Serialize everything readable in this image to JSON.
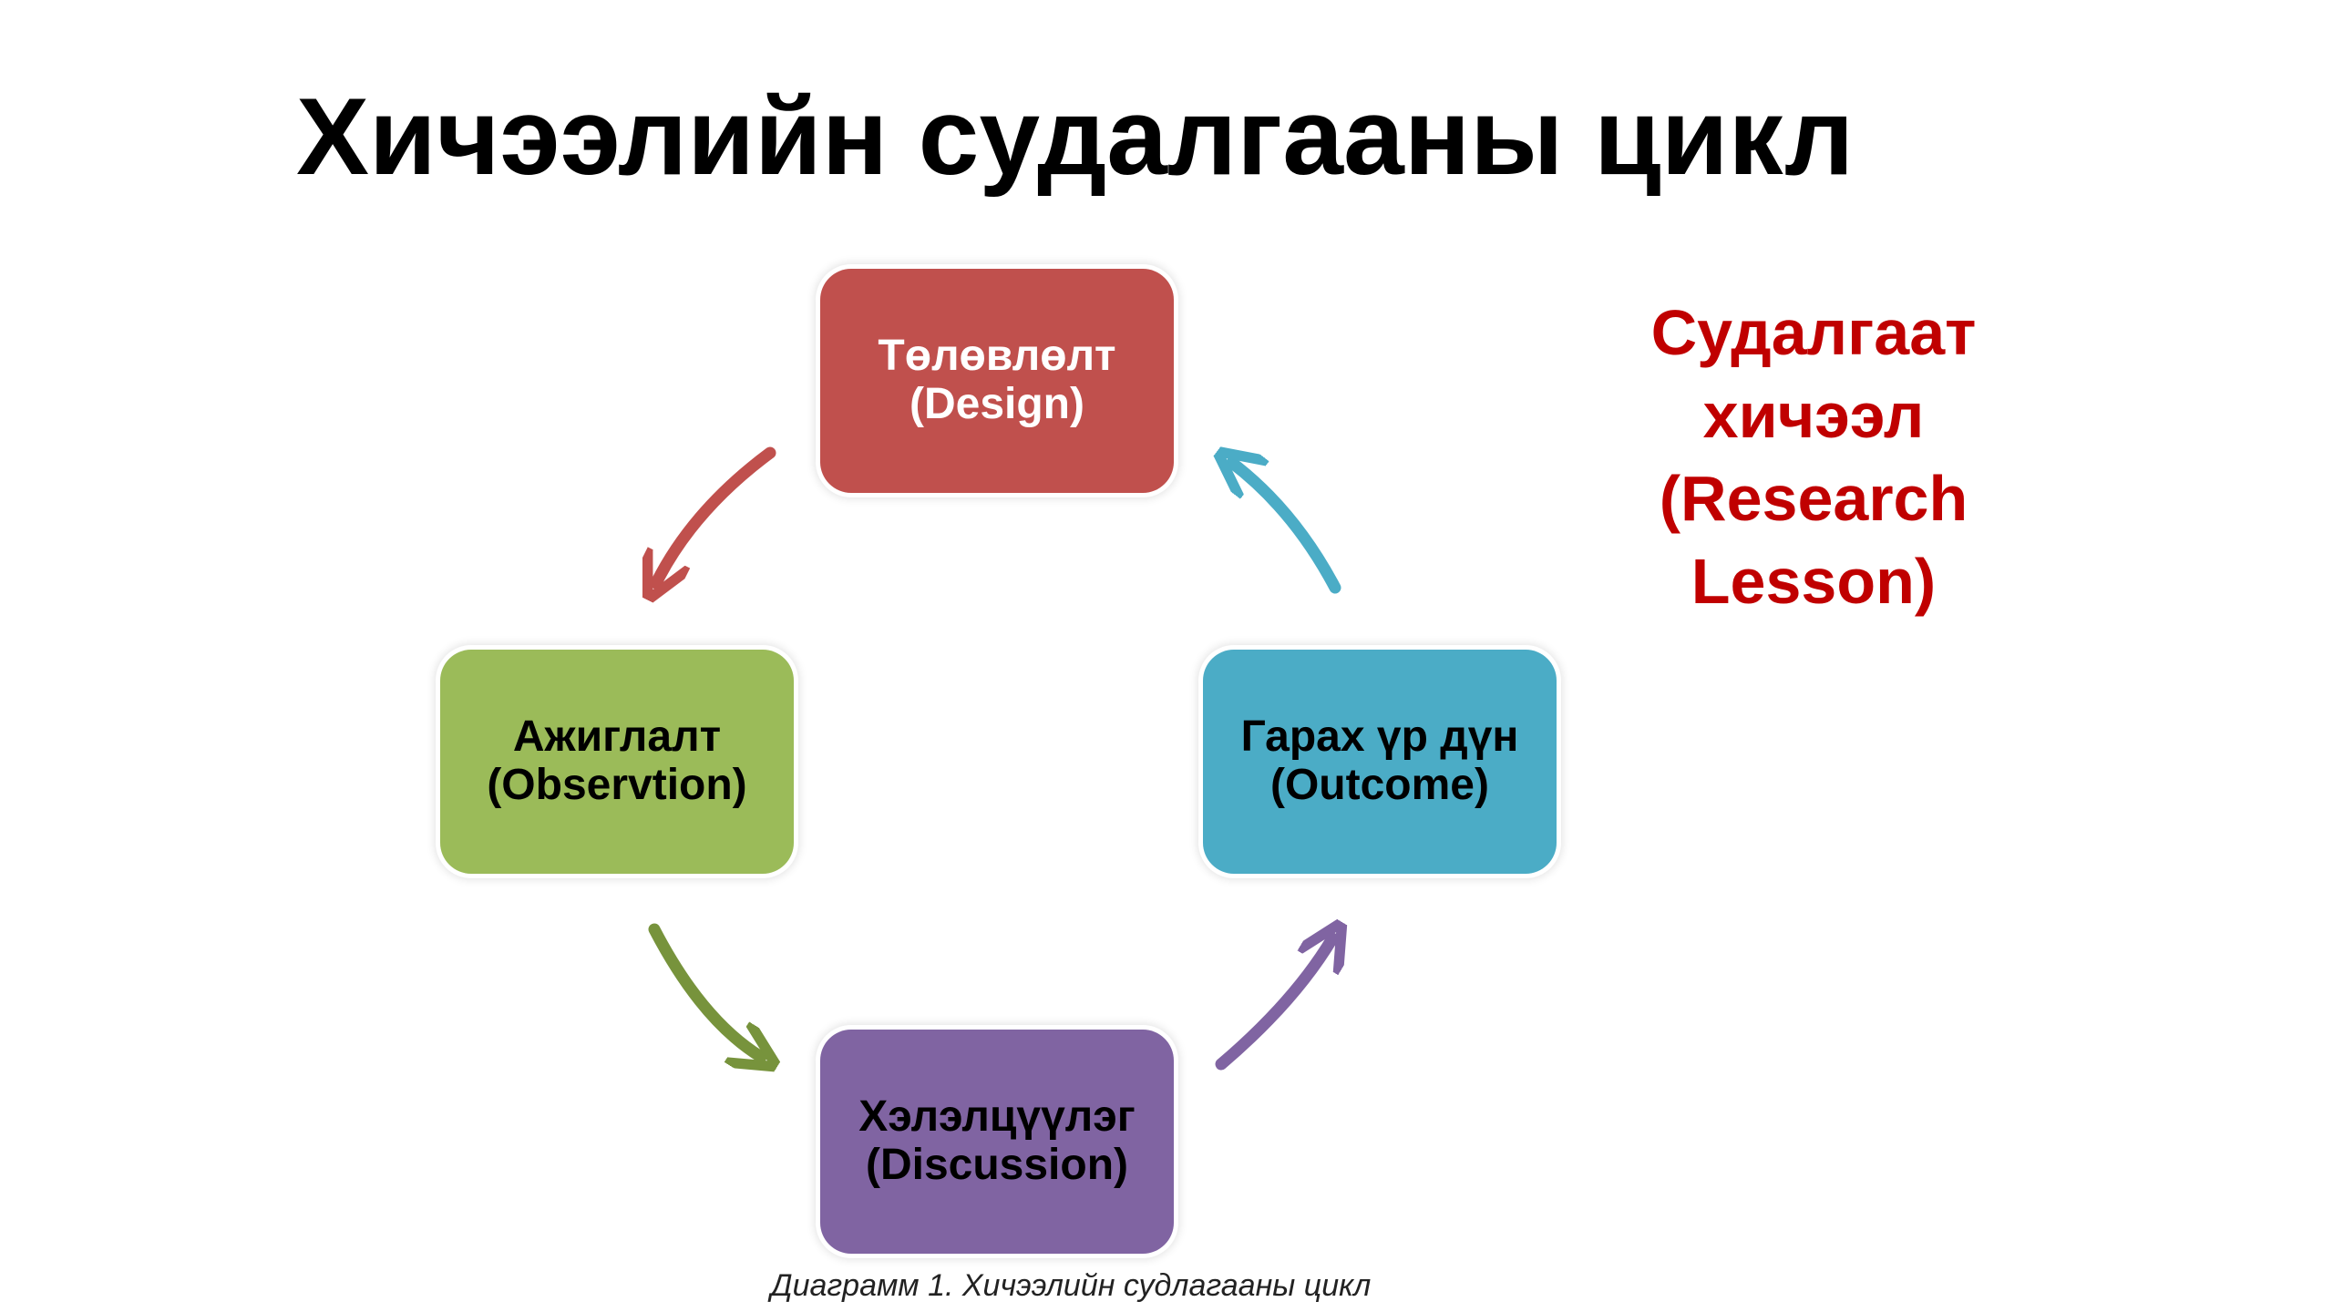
{
  "title": "Хичээлийн судалгааны цикл",
  "cycle": {
    "design": {
      "line1": "Төлөвлөлт",
      "line2": "(Design)",
      "color": "#c0504d"
    },
    "observation": {
      "line1": "Ажиглалт",
      "line2": "(Observtion)",
      "color": "#9bbb59"
    },
    "outcome": {
      "line1": "Гарах үр дүн",
      "line2": "(Outcome)",
      "color": "#4bacc6"
    },
    "discussion": {
      "line1": "Хэлэлцүүлэг",
      "line2": "(Discussion)",
      "color": "#8064a2"
    }
  },
  "side_label": {
    "line1": "Судалгаат",
    "line2": "хичээл",
    "line3": "(Research",
    "line4": "Lesson)",
    "color": "#c00000"
  },
  "caption": "Диаграмм 1. Хичээлийн судлагааны цикл"
}
